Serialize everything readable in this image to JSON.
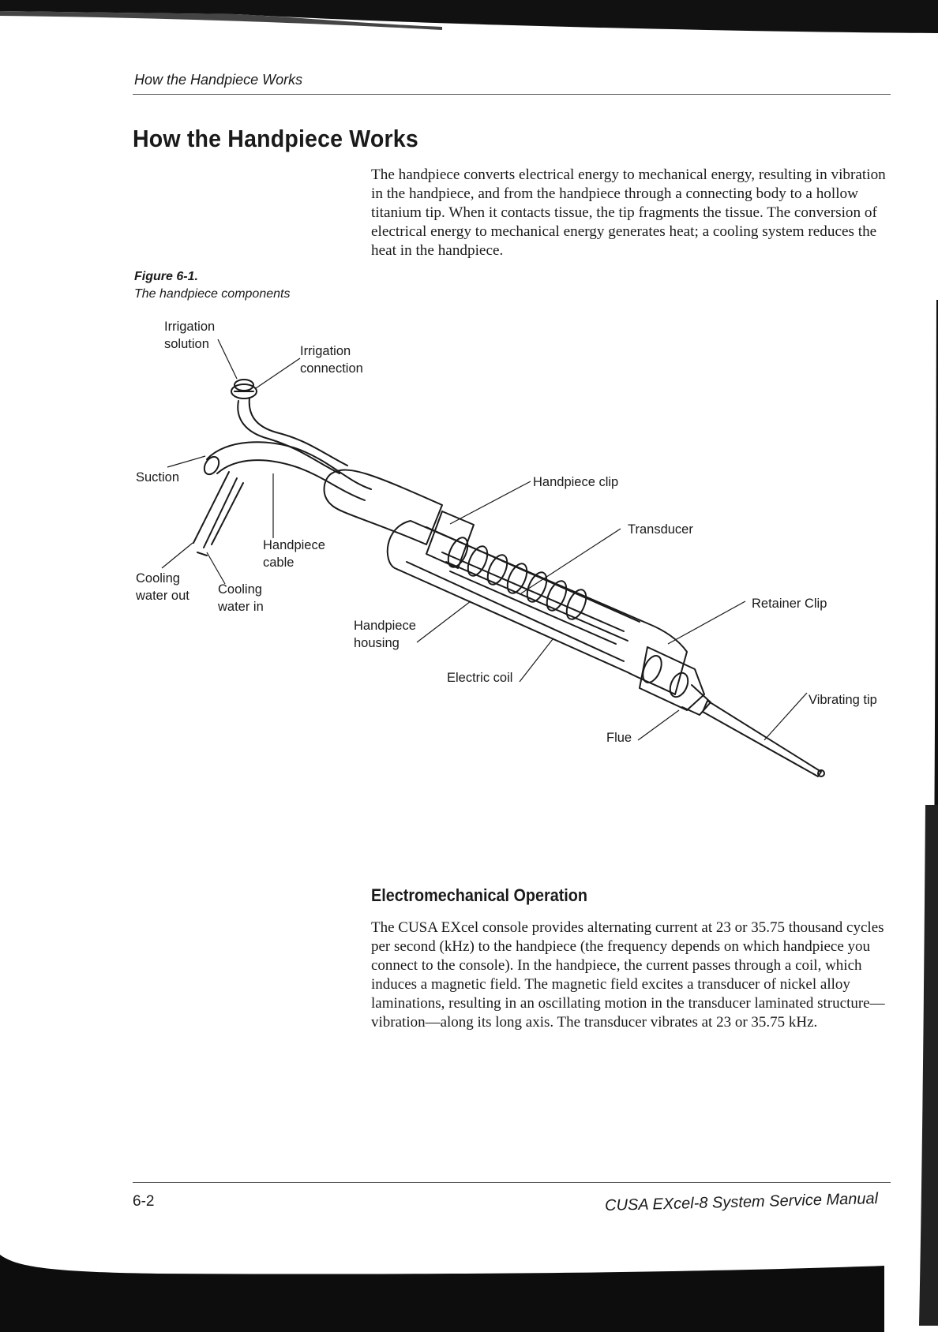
{
  "header": {
    "running_head": "How the Handpiece Works"
  },
  "page_title": "How the Handpiece Works",
  "intro_text": "The handpiece converts electrical energy to mechanical energy, resulting in vibration in the handpiece, and from the handpiece through a connecting body to a hollow titanium tip. When it contacts tissue, the tip fragments the tissue. The conversion of electrical energy to mechanical energy generates heat; a cooling system reduces the heat in the handpiece.",
  "figure": {
    "number": "Figure 6-1.",
    "caption": "The handpiece components",
    "labels": {
      "irrigation_solution_1": "Irrigation",
      "irrigation_solution_2": "solution",
      "irrigation_connection_1": "Irrigation",
      "irrigation_connection_2": "connection",
      "suction": "Suction",
      "handpiece_cable_1": "Handpiece",
      "handpiece_cable_2": "cable",
      "cooling_water_out_1": "Cooling",
      "cooling_water_out_2": "water out",
      "cooling_water_in_1": "Cooling",
      "cooling_water_in_2": "water in",
      "handpiece_clip": "Handpiece clip",
      "transducer": "Transducer",
      "retainer_clip": "Retainer Clip",
      "handpiece_housing_1": "Handpiece",
      "handpiece_housing_2": "housing",
      "electric_coil": "Electric coil",
      "vibrating_tip": "Vibrating tip",
      "flue": "Flue"
    }
  },
  "section": {
    "heading": "Electromechanical Operation",
    "body": "The CUSA EXcel console provides alternating current at 23 or 35.75 thousand cycles per second (kHz) to the handpiece (the frequency depends on which handpiece you connect to the console). In the handpiece, the current passes through a coil, which induces a magnetic field. The magnetic field excites a transducer of nickel alloy laminations, resulting in an oscillating motion in the transducer laminated structure—vibration—along its long axis. The transducer vibrates at 23 or 35.75 kHz."
  },
  "footer": {
    "page_number": "6-2",
    "manual_title": "CUSA EXcel-8 System Service Manual"
  }
}
